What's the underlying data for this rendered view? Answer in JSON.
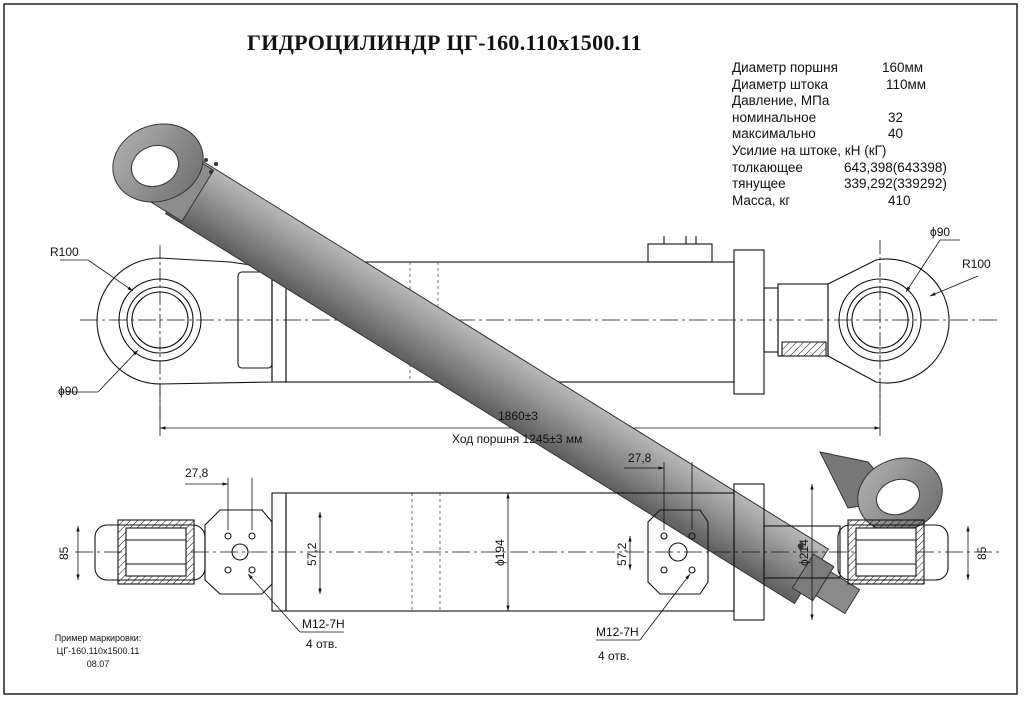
{
  "title": "ГИДРОЦИЛИНДР ЦГ-160.110х1500.11",
  "specs": [
    {
      "label": "Диаметр поршня",
      "value": "160мм"
    },
    {
      "label": "Диаметр штока",
      "value": "110мм"
    },
    {
      "label": "Давление, МПа",
      "value": ""
    },
    {
      "label": "номинальное",
      "value": "32"
    },
    {
      "label": "максимально",
      "value": "40"
    },
    {
      "label": "Усилие на штоке, кН (кГ)",
      "value": ""
    },
    {
      "label": "толкающее",
      "value": "643,398(643398)"
    },
    {
      "label": "тянущее",
      "value": "339,292(339292)"
    },
    {
      "label": "Масса, кг",
      "value": "410"
    }
  ],
  "dimensions": {
    "r_left": "R100",
    "r_right": "R100",
    "dia_left": "ϕ90",
    "dia_right": "ϕ90",
    "length": "1860±3",
    "stroke": "Ход поршня 1245±3 мм",
    "port_offset_left": "27,8",
    "port_offset_right": "27,8",
    "lug_width_left": "85",
    "lug_width_right": "85",
    "port_spacing_left": "57,2",
    "port_spacing_right": "57,2",
    "barrel_dia": "ϕ194",
    "flange_dia": "ϕ214",
    "thread_left": "М12-7Н",
    "thread_right": "М12-7Н",
    "holes_left": "4 отв.",
    "holes_right": "4 отв."
  },
  "marking": {
    "caption": "Пример маркировки:",
    "code": "ЦГ-160.110х1500.11",
    "date": "08.07"
  }
}
